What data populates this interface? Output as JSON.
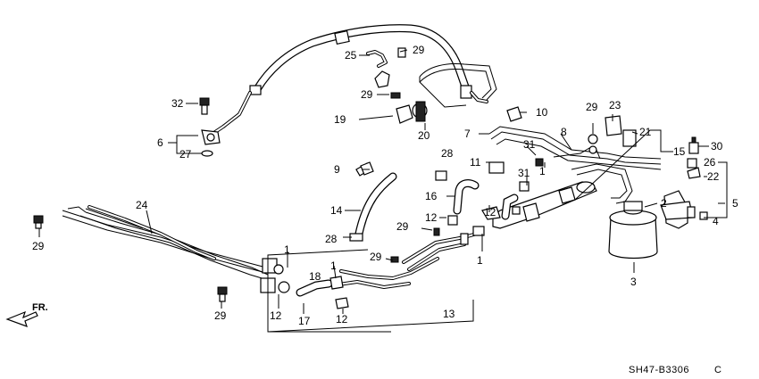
{
  "diagram": {
    "code": "SH47-B3306",
    "code_suffix": "C",
    "direction_label": "FR.",
    "callouts": {
      "c1a": "1",
      "c1b": "1",
      "c1c": "1",
      "c1d": "1",
      "c2": "2",
      "c3": "3",
      "c4": "4",
      "c5": "5",
      "c6": "6",
      "c7": "7",
      "c8": "8",
      "c9": "9",
      "c10": "10",
      "c11": "11",
      "c12a": "12",
      "c12b": "12",
      "c12c": "12",
      "c12d": "12",
      "c13": "13",
      "c14": "14",
      "c15": "15",
      "c16": "16",
      "c17": "17",
      "c18": "18",
      "c19": "19",
      "c20": "20",
      "c21": "21",
      "c22": "22",
      "c23": "23",
      "c24": "24",
      "c25": "25",
      "c26": "26",
      "c27": "27",
      "c28a": "28",
      "c28b": "28",
      "c29a": "29",
      "c29b": "29",
      "c29c": "29",
      "c29d": "29",
      "c29e": "29",
      "c29f": "29",
      "c29g": "29",
      "c30": "30",
      "c31a": "31",
      "c31b": "31",
      "c32": "32"
    }
  }
}
